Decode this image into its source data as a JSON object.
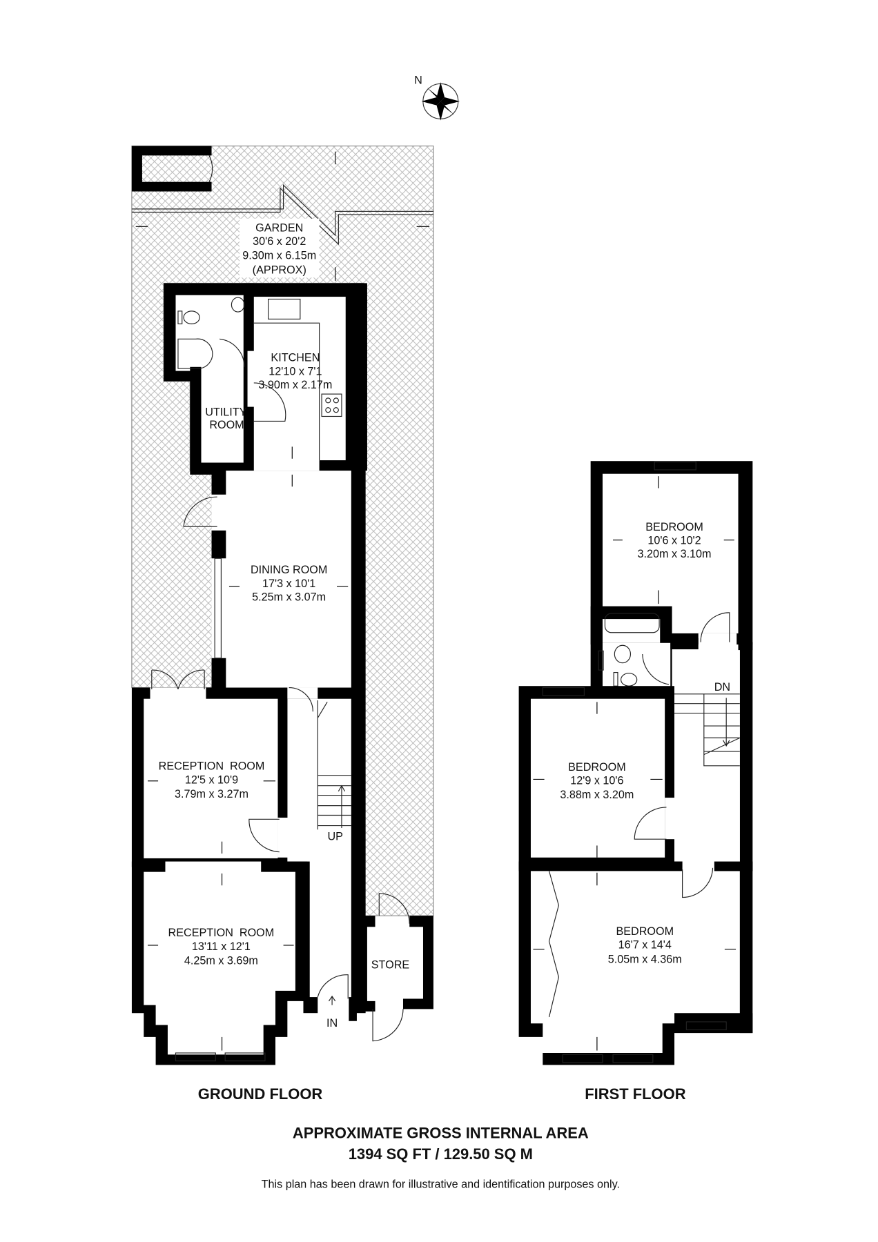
{
  "compass": {
    "label": "N"
  },
  "ground_floor": {
    "title": "GROUND FLOOR",
    "rooms": [
      {
        "name": "GARDEN",
        "imperial": "30'6 x 20'2",
        "metric": "9.30m x 6.15m",
        "note": "(APPROX)"
      },
      {
        "name": "KITCHEN",
        "imperial": "12'10 x 7'1",
        "metric": "3.90m x 2.17m"
      },
      {
        "name": "UTILITY",
        "name2": "ROOM"
      },
      {
        "name": "DINING ROOM",
        "imperial": "17'3 x 10'1",
        "metric": "5.25m x 3.07m"
      },
      {
        "name": "RECEPTION  ROOM",
        "imperial": "12'5 x 10'9",
        "metric": "3.79m x 3.27m"
      },
      {
        "name": "RECEPTION  ROOM",
        "imperial": "13'11 x 12'1",
        "metric": "4.25m x 3.69m"
      },
      {
        "name": "STORE"
      }
    ],
    "stairs_label": "UP",
    "entrance_label": "IN"
  },
  "first_floor": {
    "title": "FIRST FLOOR",
    "rooms": [
      {
        "name": "BEDROOM",
        "imperial": "10'6 x 10'2",
        "metric": "3.20m x 3.10m"
      },
      {
        "name": "BEDROOM",
        "imperial": "12'9 x 10'6",
        "metric": "3.88m x 3.20m"
      },
      {
        "name": "BEDROOM",
        "imperial": "16'7 x 14'4",
        "metric": "5.05m x 4.36m"
      }
    ],
    "stairs_label": "DN"
  },
  "footer": {
    "area_title": "APPROXIMATE GROSS INTERNAL AREA",
    "area_value": "1394 SQ FT / 129.50 SQ M",
    "disclaimer": "This plan has been drawn for illustrative and identification purposes only."
  }
}
